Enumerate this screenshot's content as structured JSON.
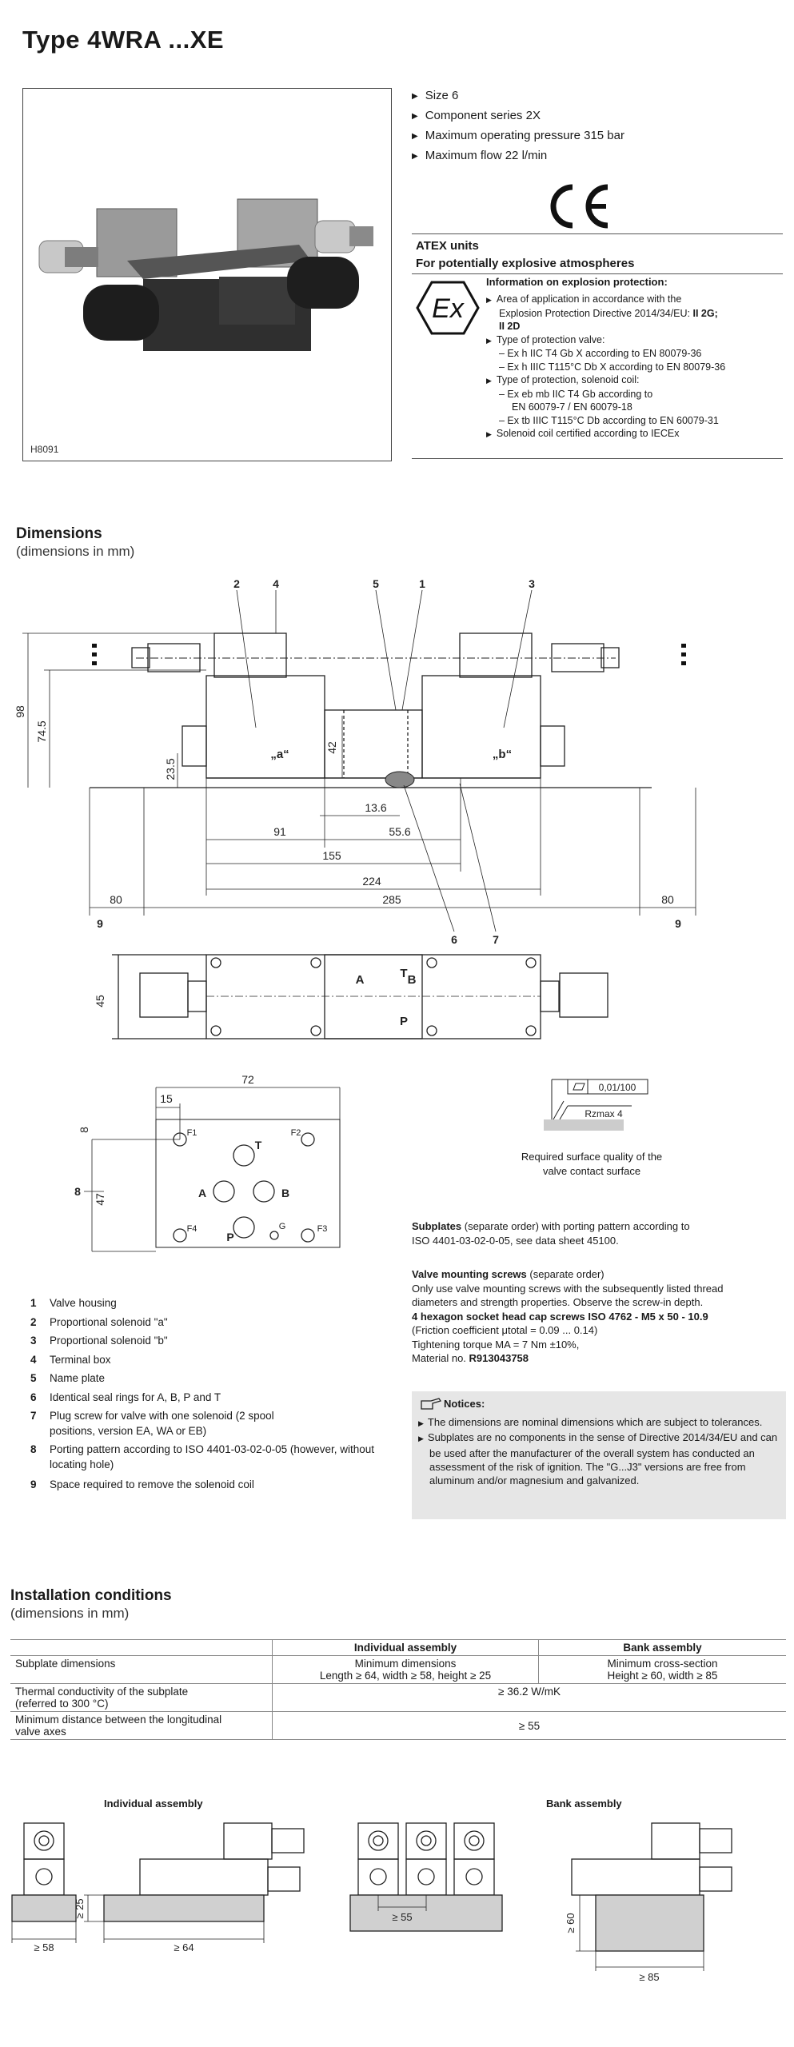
{
  "title": "Type 4WRA ...XE",
  "photo_id": "H8091",
  "features": [
    "Size 6",
    "Component series 2X",
    "Maximum operating pressure 315 bar",
    "Maximum flow 22 l/min"
  ],
  "ce_mark": "CE",
  "atex": {
    "title": "ATEX units",
    "subtitle": "For potentially explosive atmospheres",
    "ex_mark": "Ex",
    "info_head": "Information on explosion protection:",
    "items": [
      {
        "k": "b",
        "t": "Area of application in accordance with the"
      },
      {
        "k": "c",
        "t": "Explosion Protection Directive 2014/34/EU:"
      },
      {
        "k": "c",
        "t": "II 2D"
      },
      {
        "k": "b",
        "t": "Type of protection valve:"
      },
      {
        "k": "d",
        "t": "– Ex h IIC T4 Gb X according to EN 80079-36"
      },
      {
        "k": "d",
        "t": "– Ex h IIIC T115°C Db X according to EN 80079-36"
      },
      {
        "k": "b",
        "t": "Type of protection, solenoid coil:"
      },
      {
        "k": "d",
        "t": "– Ex eb mb IIC T4 Gb according to"
      },
      {
        "k": "dd",
        "t": "EN 60079-7 / EN 60079-18"
      },
      {
        "k": "d",
        "t": "– Ex tb IIIC T115°C Db according to EN 60079-31"
      },
      {
        "k": "b",
        "t": "Solenoid coil certified according to IECEx"
      }
    ],
    "directive_bold": "II 2G;"
  },
  "dimensions": {
    "title": "Dimensions",
    "subtitle": "(dimensions in mm)",
    "callouts": [
      "2",
      "4",
      "5",
      "1",
      "3",
      "6",
      "7",
      "9",
      "8"
    ],
    "labels": {
      "d98": "98",
      "d74_5": "74.5",
      "d23_5": "23.5",
      "d42": "42",
      "d13_6": "13.6",
      "d91": "91",
      "d55_6": "55.6",
      "d155": "155",
      "d224": "224",
      "d285": "285",
      "d80": "80",
      "d45": "45",
      "d72": "72",
      "d15": "15",
      "d8": "8",
      "d47": "47",
      "sol_a": "„a“",
      "sol_b": "„b“",
      "port_A": "A",
      "port_B": "B",
      "port_P": "P",
      "port_T": "T",
      "F1": "F1",
      "F2": "F2",
      "F3": "F3",
      "F4": "F4",
      "G": "G"
    },
    "surface": {
      "flatness": "0,01/100",
      "rz": "Rzmax 4",
      "caption_1": "Required surface quality of the",
      "caption_2": "valve contact surface"
    }
  },
  "subplates": {
    "bold": "Subplates",
    "text_1": " (separate order) with porting pattern according to",
    "text_2": "ISO 4401-03-02-0-05, see data sheet 45100."
  },
  "screws": {
    "bold": "Valve mounting screws",
    "text_head": " (separate order)",
    "line_1": "Only use valve mounting screws with the subsequently listed thread",
    "line_2": "diameters and strength properties. Observe the screw-in depth.",
    "line_3": "4 hexagon socket head cap screws ISO 4762 - M5 x 50 - 10.9",
    "line_4": "(Friction coefficient μtotal = 0.09 ... 0.14)",
    "line_5": "Tightening torque MA = 7 Nm ±10%,",
    "line_6_label": "Material no. ",
    "line_6_value": "R913043758"
  },
  "legend": [
    {
      "n": "1",
      "t": "Valve housing"
    },
    {
      "n": "2",
      "t": "Proportional solenoid \"a\""
    },
    {
      "n": "3",
      "t": "Proportional solenoid \"b\""
    },
    {
      "n": "4",
      "t": "Terminal box"
    },
    {
      "n": "5",
      "t": "Name plate"
    },
    {
      "n": "6",
      "t": "Identical seal rings for A, B, P and T"
    },
    {
      "n": "7",
      "t": "Plug screw for valve with one solenoid (2 spool positions, version EA, WA or EB)"
    },
    {
      "n": "8",
      "t": "Porting pattern according to ISO 4401-03-02-0-05 (however, without locating hole)"
    },
    {
      "n": "9",
      "t": "Space required to remove the solenoid coil"
    }
  ],
  "notices": {
    "title": "Notices:",
    "items": [
      "The dimensions are nominal dimensions which are subject to tolerances.",
      "Subplates are no components in the sense of Directive 2014/34/EU and can be used after the manufacturer of the overall system has conducted an assessment of the risk of ignition. The \"G...J3\" versions are free from aluminum and/or magnesium and galvanized."
    ]
  },
  "installation": {
    "title": "Installation conditions",
    "subtitle": "(dimensions in mm)",
    "col_individual": "Individual assembly",
    "col_bank": "Bank assembly",
    "rows": [
      {
        "label": "Subplate dimensions",
        "ind_1": "Minimum dimensions",
        "ind_2": "Length ≥ 64, width ≥ 58, height ≥ 25",
        "bank_1": "Minimum cross-section",
        "bank_2": "Height ≥ 60, width ≥ 85"
      },
      {
        "label_1": "Thermal conductivity of the subplate",
        "label_2": "(referred to 300 °C)",
        "value": "≥ 36.2 W/mK"
      },
      {
        "label_1": "Minimum distance between the longitudinal",
        "label_2": "valve axes",
        "value": "≥ 55"
      }
    ],
    "drawings": {
      "individual": "Individual assembly",
      "bank": "Bank assembly",
      "d58": "≥ 58",
      "d64": "≥ 64",
      "d25": "≥ 25",
      "d55": "≥ 55",
      "d60": "≥ 60",
      "d85": "≥ 85"
    }
  }
}
